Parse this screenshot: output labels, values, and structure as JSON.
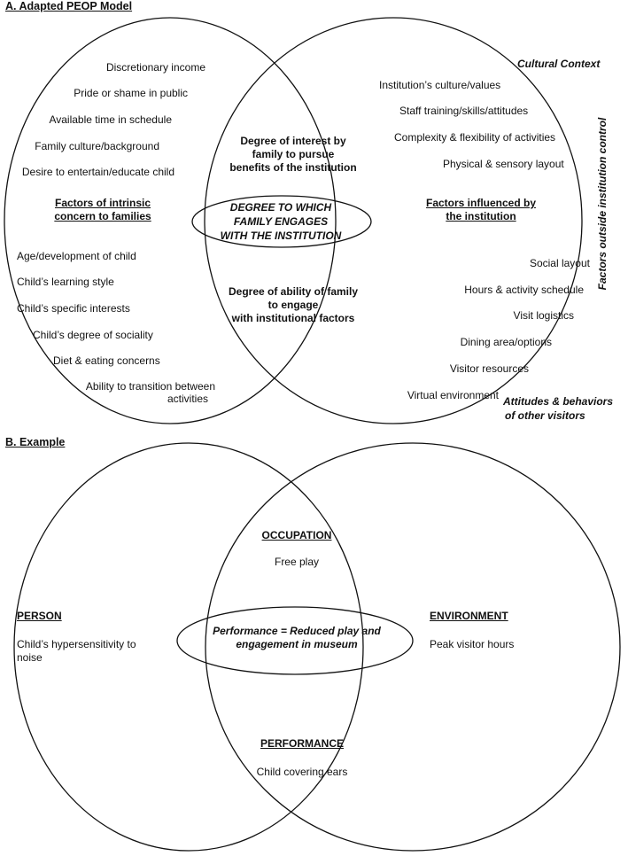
{
  "sectionA": {
    "title": "A. Adapted PEOP Model",
    "left_items": [
      "Discretionary income",
      "Pride or shame in public",
      "Available time in schedule",
      "Family culture/background",
      "Desire to entertain/educate child"
    ],
    "left_heading": [
      "Factors of intrinsic",
      "concern to families"
    ],
    "left_lower_items": [
      "Age/development of child",
      "Child’s learning style",
      "Child’s specific interests",
      "Child’s degree of sociality",
      "Diet & eating concerns"
    ],
    "left_last_item": [
      "Ability to transition between",
      "activities"
    ],
    "top_center": [
      "Degree of interest by",
      "family to pursue",
      "benefits of the institution"
    ],
    "center": [
      "DEGREE TO WHICH",
      "FAMILY ENGAGES",
      "WITH THE INSTITUTION"
    ],
    "bottom_center": [
      "Degree of ability of family",
      "to engage",
      "with institutional factors"
    ],
    "cultural_context": "Cultural Context",
    "right_items": [
      "Institution’s culture/values",
      "Staff training/skills/attitudes",
      "Complexity & flexibility of activities",
      "Physical & sensory layout"
    ],
    "right_heading": [
      "Factors influenced by",
      "the institution"
    ],
    "right_lower_items": [
      "Social layout",
      "Hours & activity schedule",
      "Visit logistics",
      "Dining area/options",
      "Visitor resources",
      "Virtual environment"
    ],
    "vertical_label": "Factors outside institution control",
    "attitudes": [
      "Attitudes & behaviors",
      "of other visitors"
    ]
  },
  "sectionB": {
    "title": "B. Example",
    "occupation_heading": "OCCUPATION",
    "occupation_text": "Free play",
    "person_heading": "PERSON",
    "person_text": [
      "Child’s hypersensitivity to",
      "noise"
    ],
    "environment_heading": "ENVIRONMENT",
    "environment_text": "Peak visitor hours",
    "center": [
      "Performance = Reduced play and",
      "engagement in museum"
    ],
    "performance_heading": "PERFORMANCE",
    "performance_text": "Child covering ears"
  }
}
